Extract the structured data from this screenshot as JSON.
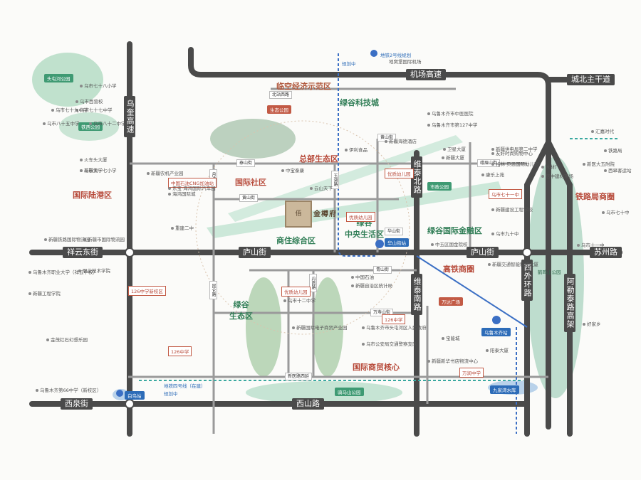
{
  "project": {
    "logo": "佰",
    "name": "金樽府"
  },
  "main_roads": {
    "airport_highway": "机场高速",
    "chengbei_road": "城北主干道",
    "wuchang_highway": "乌奎高速",
    "xiangyun_east": "祥云东街",
    "lushan_street": "庐山街",
    "suzhou_road": "苏州路",
    "xiquan_street": "西泉街",
    "xishan_road": "西山路",
    "weitai_north": "维泰北路",
    "weitai_south": "维泰南路",
    "west_ring": "西外环路",
    "aletai_highway": "阿勒泰路高架"
  },
  "districts": {
    "linkong": "临空经济示范区",
    "lvgu_tech": "绿谷科技城",
    "hq_eco": "总部生态区",
    "intl_community": "国际社区",
    "intl_land_port": "国际陆港区",
    "lvgu_central": "绿谷\n中央生活区",
    "lvgu_finance": "绿谷国际金融区",
    "shangzhu": "商住综合区",
    "hsr_business": "高铁商圈",
    "lvgu_eco": "绿谷\n生态区",
    "intl_trade": "国际商贸核心",
    "railway_business": "铁路局商圈"
  },
  "parks": {
    "toutun_park": "头屯河公园",
    "tiexi_park": "铁西公园",
    "eco_park": "生态公园",
    "city_park": "市政公园",
    "qima_park": "骑马山公园",
    "hongshan_park": "鹤鸣山公园",
    "jiujia_reservoir": "九家湾水库"
  },
  "metro": {
    "airport_station": "地铁2号线规划",
    "airport": "地窝堡国际机场",
    "planning": "规划中",
    "huashan_station": "华山街站",
    "urumqi_station": "乌鲁木齐站",
    "line4": "地铁四号线（在建）",
    "line4_plan": "规划中",
    "bainiao": "白鸟站"
  },
  "streets": {
    "beida": "北站西路",
    "taishan": "泰山街",
    "huangshan": "黄山街",
    "yueyan": "月浩路",
    "huashan": "华山街",
    "emei": "峨眉山街",
    "kunlun": "昆仑路",
    "wanshou": "万寿山街",
    "xinyi": "新医路西延",
    "qingshan": "青山街",
    "danxia": "丹霞路",
    "yuhu": "玉湖路",
    "wanda": "万达广场"
  },
  "pois": [
    "乌市七十八小学",
    "乌市西营校",
    "乌市七十七中学",
    "乌市七十九中学",
    "乌市八十五中学",
    "乌市八十二中学",
    "火车头大厦",
    "新疆大学",
    "乌市第十七小学",
    "新疆农机产业园",
    "东宝·海鸿国际汽车园",
    "海鸿国际城",
    "重建二中",
    "新疆铁路国际物流园",
    "新疆市国际物流园",
    "新疆工程学院",
    "乌鲁木齐职业大学（祥云中校）",
    "职业技术学院",
    "乌鲁木齐第66中学（新校区）",
    "金茂红石幻想乐园",
    "中宝泰康",
    "云山天下",
    "伊利食品",
    "新疆海德酒店",
    "乌鲁木齐市第127中学",
    "乌鲁木齐市中医医院",
    "卫星大厦",
    "新疆大厦",
    "新疆供电局第二中学",
    "友好时尚购物中心",
    "格林·贝恩国际幼儿园",
    "新疆建设工程学校",
    "乌市九十中",
    "新疆交通智能科技大厦",
    "汇嘉时代",
    "铁路局",
    "新医大五附院",
    "西皋客运站",
    "乌市七十中",
    "乌市十一中",
    "好家乡",
    "中五区国金院校",
    "中国石油",
    "新疆自治区统计局",
    "乌鲁木齐市头屯河区人民政府",
    "乌市公安局交通警察支队",
    "新疆国际电子商贸产业园",
    "乌市十二中学",
    "木材厂",
    "信中建材市场",
    "康乐上苑",
    "宝能城",
    "新疆新华书店物流中心",
    "阳泰大厦"
  ],
  "tags": [
    "126中学",
    "126中学新校区",
    "中国石油CNG加油站",
    "乌市七十一中"
  ],
  "schools": {
    "kindergarten1": "优质幼儿园",
    "kindergarten2": "优质幼儿园",
    "kindergarten3": "优质幼儿园",
    "school126": "126中学",
    "wanrun": "万润中学"
  }
}
